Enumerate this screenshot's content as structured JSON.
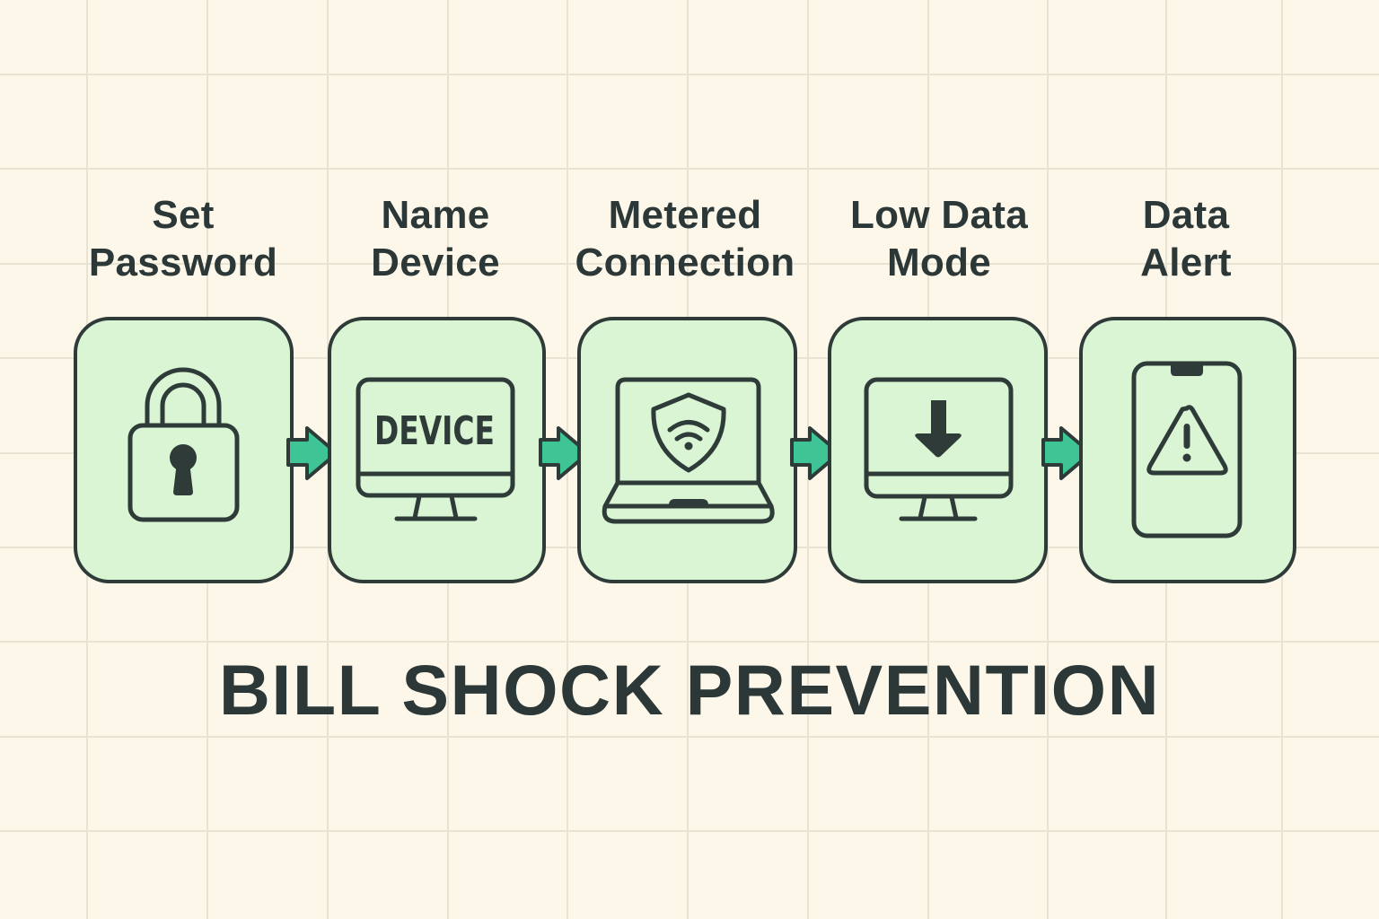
{
  "diagram": {
    "title": "BILL SHOCK PREVENTION",
    "colors": {
      "background": "#fdf7ea",
      "grid_line": "#e8e3d3",
      "card_fill": "#d9f5d3",
      "stroke": "#2e3b39",
      "arrow_fill": "#3fc496",
      "text": "#2b3837"
    },
    "steps": [
      {
        "label_line1": "Set",
        "label_line2": "Password",
        "icon": "padlock-icon"
      },
      {
        "label_line1": "Name",
        "label_line2": "Device",
        "icon": "monitor-icon",
        "screen_text": "DEVICE"
      },
      {
        "label_line1": "Metered",
        "label_line2": "Connection",
        "icon": "laptop-shield-wifi-icon"
      },
      {
        "label_line1": "Low Data",
        "label_line2": "Mode",
        "icon": "monitor-download-icon"
      },
      {
        "label_line1": "Data",
        "label_line2": "Alert",
        "icon": "phone-warning-icon"
      }
    ],
    "connectors": [
      {
        "from": 1,
        "to": 2,
        "icon": "arrow-right-icon"
      },
      {
        "from": 2,
        "to": 3,
        "icon": "arrow-right-icon"
      },
      {
        "from": 3,
        "to": 4,
        "icon": "arrow-right-icon"
      },
      {
        "from": 4,
        "to": 5,
        "icon": "arrow-right-icon"
      }
    ]
  }
}
